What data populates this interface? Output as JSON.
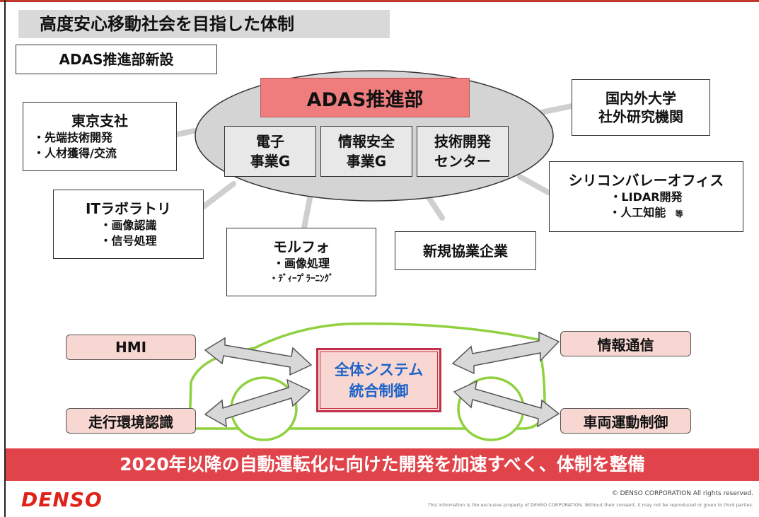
{
  "title": "高度安心移動社会を目指した体制",
  "new_dept_label": "ADAS推進部新設",
  "center": {
    "header": "ADAS推進部",
    "units": [
      {
        "line1": "電子",
        "line2": "事業G"
      },
      {
        "line1": "情報安全",
        "line2": "事業G"
      },
      {
        "line1": "技術開発",
        "line2": "センター"
      }
    ]
  },
  "partners": {
    "tokyo": {
      "title": "東京支社",
      "items": [
        "・先端技術開発",
        "・人材獲得/交流"
      ]
    },
    "itlab": {
      "title": "ITラボラトリ",
      "items": [
        "・画像認識",
        "・信号処理"
      ]
    },
    "morpho": {
      "title": "モルフォ",
      "items": [
        "・画像処理",
        "・ﾃﾞｨｰﾌﾟﾗｰﾆﾝｸﾞ"
      ]
    },
    "newcollab": {
      "title": "新規協業企業"
    },
    "univ": {
      "line1": "国内外大学",
      "line2": "社外研究機関"
    },
    "silicon": {
      "title": "シリコンバレーオフィス",
      "items": [
        "・LIDAR開発",
        "・人工知能"
      ],
      "suffix": "等"
    }
  },
  "system": {
    "center_line1": "全体システム",
    "center_line2": "統合制御",
    "hmi": "HMI",
    "env": "走行環境認識",
    "comm": "情報通信",
    "vehicle": "車両運動制御"
  },
  "banner": "2020年以降の自動運転化に向けた開発を加速すべく、体制を整備",
  "footer": {
    "logo": "DENSO",
    "copyright": "© DENSO CORPORATION  All rights reserved.",
    "disclaimer": "This information is the exclusive property of DENSO CORPORATION.  Without their consent, it may not be reproduced or given to third parties."
  },
  "colors": {
    "accent_red": "#e0444a",
    "pink_fill": "#f8d7d2",
    "car_outline": "#8fd13f",
    "center_border": "#c0304a",
    "center_text": "#1e63c8"
  }
}
